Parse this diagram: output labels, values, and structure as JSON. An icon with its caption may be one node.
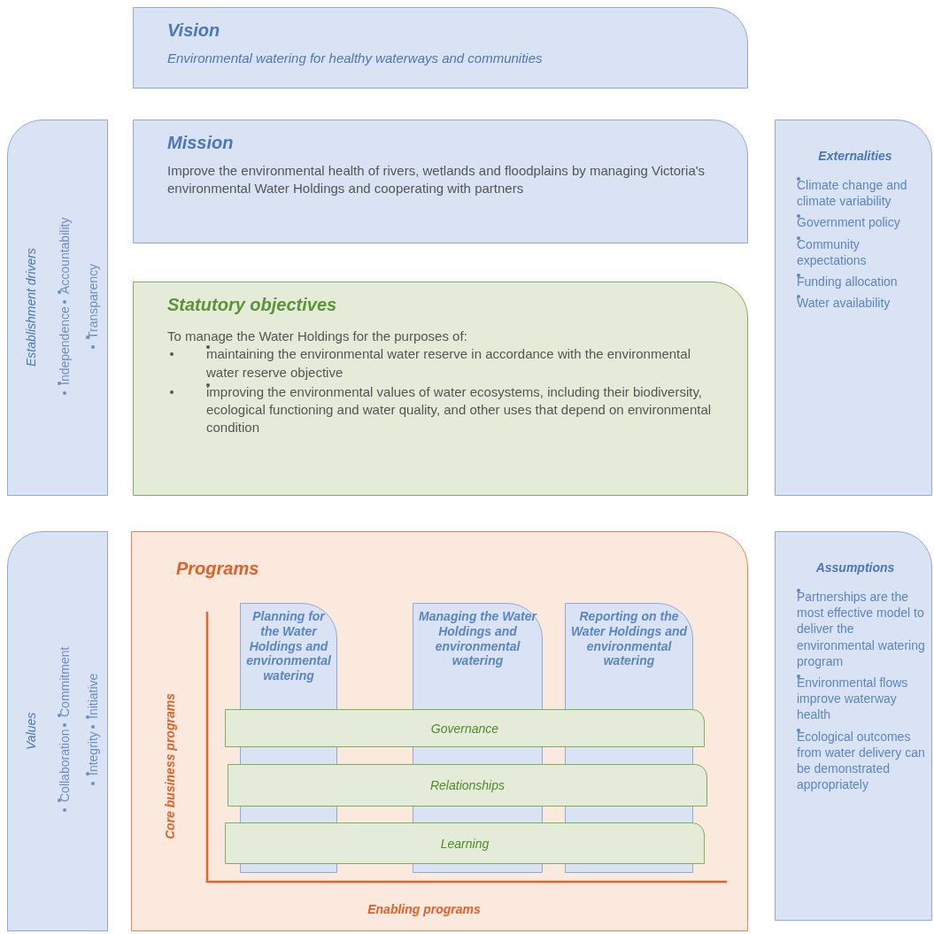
{
  "diagram": {
    "nodes": [
      {
        "text": [
          "Vision",
          "Environmental watering for healthy waterways and communities"
        ]
      },
      {
        "text": [
          "Establishment drivers",
          "Independence",
          "Accountability",
          "Transparency"
        ]
      },
      {
        "text": [
          "Mission",
          "Improve the environmental health of rivers, wetlands and floodplains by managing Victoria's environmental Water Holdings and cooperating with partners"
        ]
      },
      {
        "text": [
          "Externalities",
          "Climate change and climate variability",
          "Government policy",
          "Community expectations",
          "Funding allocation",
          "Water availability"
        ]
      },
      {
        "text": [
          "Statutory objectives",
          "To manage the Water Holdings for the purposes of:",
          "maintaining the environmental water reserve in accordance with the environmental water reserve objective",
          "improving the environmental values of water ecosystems, including their biodiversity, ecological functioning and water quality, and other uses that depend on environmental condition"
        ]
      },
      {
        "text": [
          "Values",
          "Collaboration",
          "Commitment",
          "Integrity",
          "Initiative"
        ]
      },
      {
        "text": [
          "Programs"
        ]
      },
      {
        "text": [
          "Planning for the Water Holdings and environmental watering"
        ],
        "in": 6
      },
      {
        "text": [
          "Managing the Water Holdings and environmental watering"
        ],
        "in": 6
      },
      {
        "text": [
          "Reporting on the Water Holdings and environmental watering"
        ],
        "in": 6
      },
      {
        "text": [
          "Governance"
        ],
        "in": 6
      },
      {
        "text": [
          "Relationships"
        ],
        "in": 6
      },
      {
        "text": [
          "Learning"
        ],
        "in": 6
      },
      {
        "text": [
          "Assumptions",
          "Partnerships are the most effective model to deliver the environmental watering program",
          "Environmental flows improve waterway health",
          "Ecological outcomes from water delivery can be demonstrated appropriately"
        ]
      }
    ],
    "labels": [
      "Core business programs",
      "Enabling programs"
    ]
  }
}
